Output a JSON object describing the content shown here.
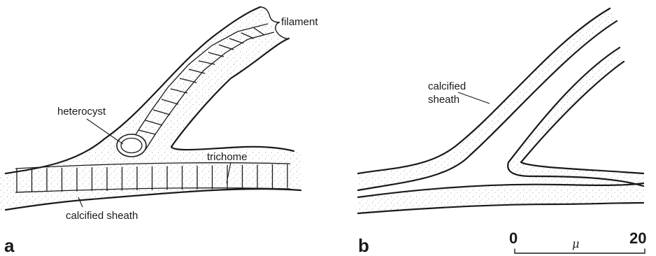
{
  "panel_a": {
    "letter": "a",
    "labels": {
      "filament": "filament",
      "heterocyst": "heterocyst",
      "trichome": "trichome",
      "calcified_sheath": "calcified sheath"
    }
  },
  "panel_b": {
    "letter": "b",
    "labels": {
      "calcified_sheath_line1": "calcified",
      "calcified_sheath_line2": "sheath"
    }
  },
  "scale_bar": {
    "start": "0",
    "end": "20",
    "unit": "μ"
  }
}
